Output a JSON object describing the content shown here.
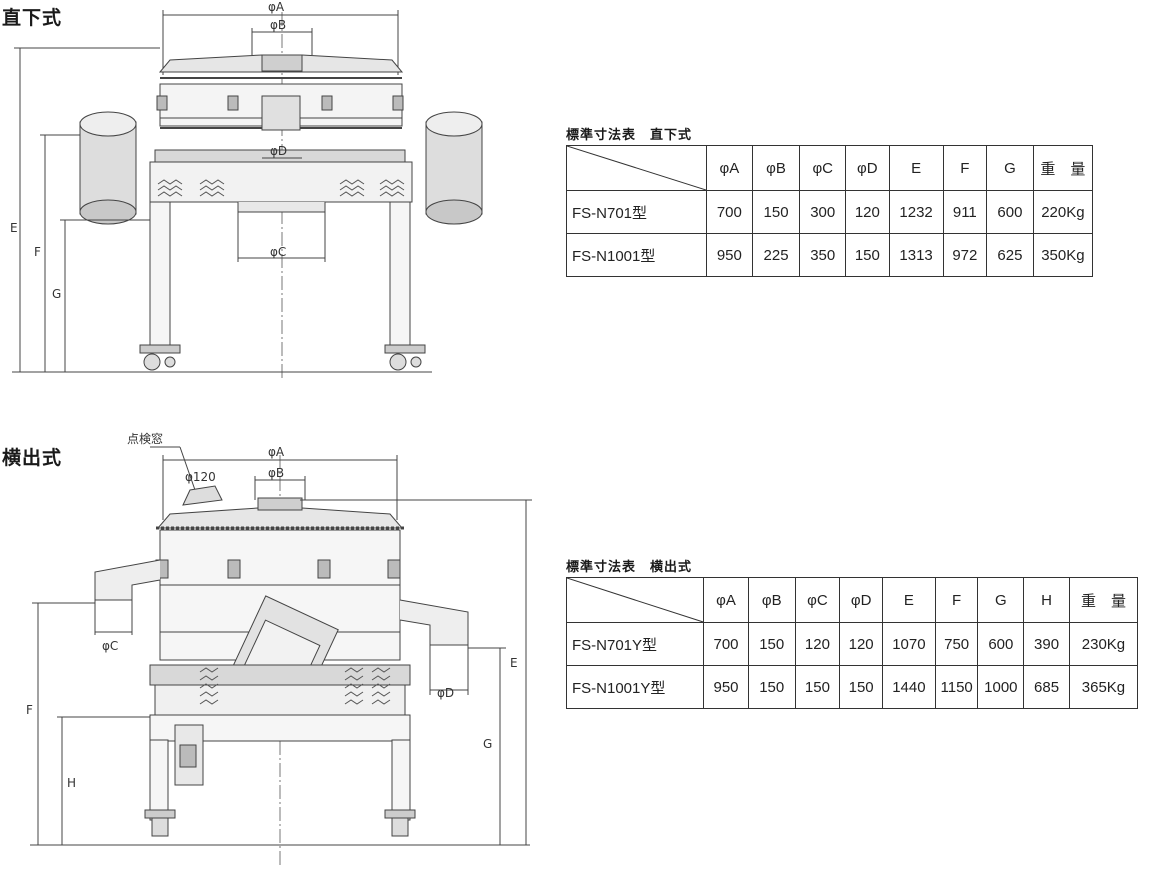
{
  "sections": {
    "direct": {
      "title": "直下式"
    },
    "side": {
      "title": "横出式"
    }
  },
  "direct_labels": {
    "phiA": "φA",
    "phiB": "φB",
    "phiD": "φD",
    "phiC": "φC",
    "E": "E",
    "F": "F",
    "G": "G"
  },
  "side_labels": {
    "window": "点検窓",
    "phi120": "φ120",
    "phiA": "φA",
    "phiB": "φB",
    "phiC": "φC",
    "phiD": "φD",
    "E": "E",
    "F": "F",
    "G": "G",
    "H": "H"
  },
  "table_direct": {
    "title": "標準寸法表　直下式",
    "headers": [
      "φA",
      "φB",
      "φC",
      "φD",
      "E",
      "F",
      "G",
      "重　量"
    ],
    "rows": [
      {
        "model": "FS-N701型",
        "values": [
          "700",
          "150",
          "300",
          "120",
          "1232",
          "911",
          "600",
          "220Kg"
        ]
      },
      {
        "model": "FS-N1001型",
        "values": [
          "950",
          "225",
          "350",
          "150",
          "1313",
          "972",
          "625",
          "350Kg"
        ]
      }
    ]
  },
  "table_side": {
    "title": "標準寸法表　横出式",
    "headers": [
      "φA",
      "φB",
      "φC",
      "φD",
      "E",
      "F",
      "G",
      "H",
      "重　量"
    ],
    "rows": [
      {
        "model": "FS-N701Y型",
        "values": [
          "700",
          "150",
          "120",
          "120",
          "1070",
          "750",
          "600",
          "390",
          "230Kg"
        ]
      },
      {
        "model": "FS-N1001Y型",
        "values": [
          "950",
          "150",
          "150",
          "150",
          "1440",
          "1150",
          "1000",
          "685",
          "365Kg"
        ]
      }
    ]
  }
}
